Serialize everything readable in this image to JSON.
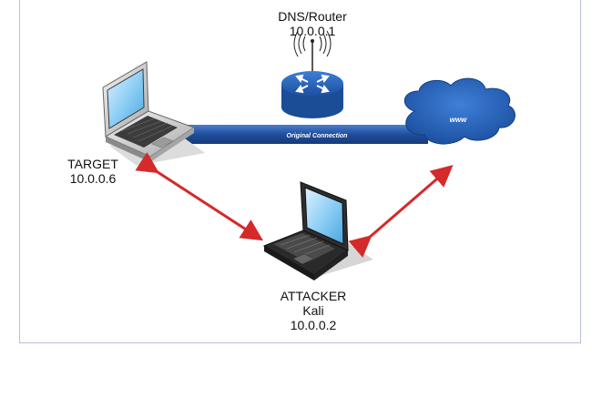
{
  "nodes": {
    "router": {
      "name": "DNS/Router",
      "ip": "10.0.0.1",
      "icon": "router-icon"
    },
    "target": {
      "name": "TARGET",
      "ip": "10.0.0.6",
      "icon": "laptop-icon"
    },
    "attacker": {
      "name": "ATTACKER",
      "os": "Kali",
      "ip": "10.0.0.2",
      "icon": "laptop-icon"
    },
    "internet": {
      "label": "www",
      "icon": "cloud-icon"
    }
  },
  "connection": {
    "label": "Original Connection",
    "color": "#2a5aa8"
  },
  "arrows": {
    "color": "#d42a2a"
  }
}
